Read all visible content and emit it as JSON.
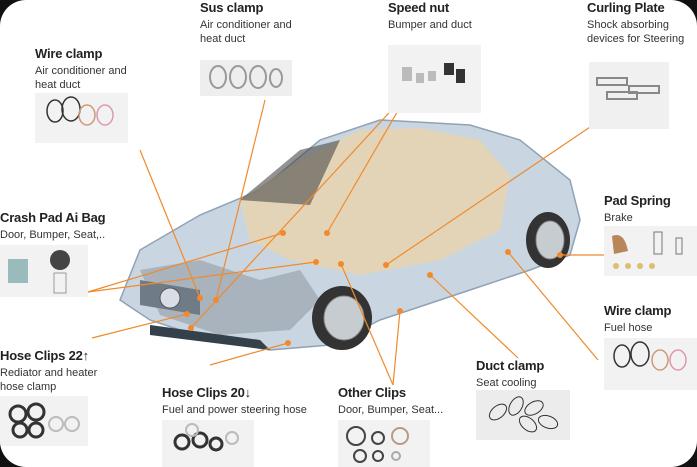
{
  "parts": [
    {
      "id": "sus-clamp",
      "title": "Sus clamp",
      "subtitle": [
        "Air conditioner and",
        "heat duct"
      ]
    },
    {
      "id": "speed-nut",
      "title": "Speed nut",
      "subtitle": [
        "Bumper and duct"
      ]
    },
    {
      "id": "curling-plate",
      "title": "Curling Plate",
      "subtitle": [
        "Shock absorbing",
        "devices for Steering"
      ]
    },
    {
      "id": "wire-clamp-ac",
      "title": "Wire clamp",
      "subtitle": [
        "Air conditioner and",
        "heat duct"
      ]
    },
    {
      "id": "crash-pad",
      "title": "Crash Pad Ai Bag",
      "subtitle": [
        "Door, Bumper, Seat,.."
      ]
    },
    {
      "id": "pad-spring",
      "title": "Pad Spring",
      "subtitle": [
        "Brake"
      ]
    },
    {
      "id": "wire-clamp-fuel",
      "title": "Wire clamp",
      "subtitle": [
        "Fuel hose"
      ]
    },
    {
      "id": "hose-clips-22",
      "title": "Hose Clips 22↑",
      "subtitle": [
        "Rediator and heater",
        "hose clamp"
      ]
    },
    {
      "id": "hose-clips-20",
      "title": "Hose Clips 20↓",
      "subtitle": [
        "Fuel and power steering hose"
      ]
    },
    {
      "id": "other-clips",
      "title": "Other Clips",
      "subtitle": [
        "Door, Bumper, Seat..."
      ]
    },
    {
      "id": "duct-clamp",
      "title": "Duct clamp",
      "subtitle": [
        "Seat cooling"
      ]
    }
  ],
  "colors": {
    "leader": "#f08a2c",
    "car": "#c9d6e2",
    "interior": "#e8d3b0"
  }
}
